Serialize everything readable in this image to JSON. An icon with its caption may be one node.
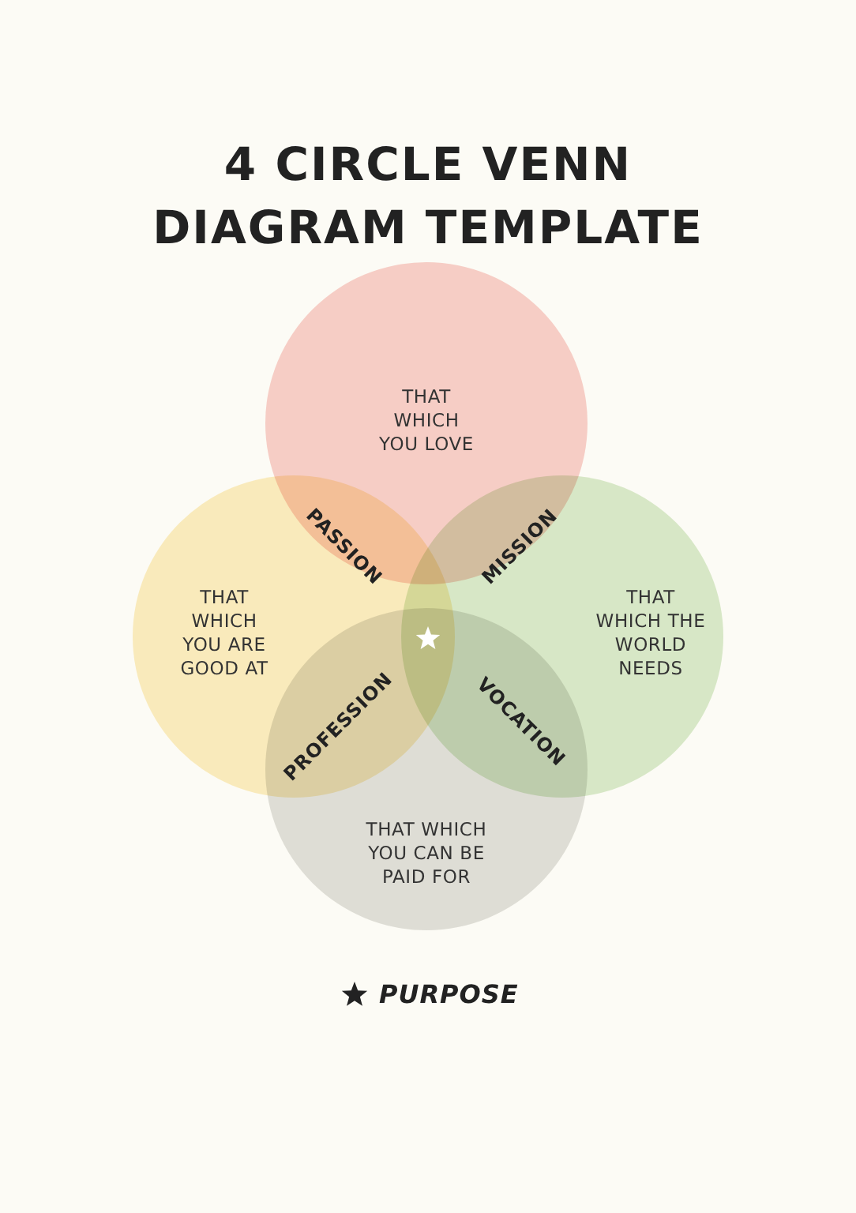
{
  "diagram": {
    "title": "4 CIRCLE VENN DIAGRAM TEMPLATE",
    "nodes": [
      {
        "text": [
          "THAT WHICH YOU LOVE"
        ]
      },
      {
        "text": [
          "THAT WHICH YOU ARE GOOD AT"
        ]
      },
      {
        "text": [
          "THAT WHICH THE WORLD NEEDS"
        ]
      },
      {
        "text": [
          "THAT WHICH YOU CAN BE PAID FOR"
        ]
      }
    ],
    "labels": [
      "PASSION",
      "MISSION",
      "PROFESSION",
      "VOCATION"
    ],
    "legend": [
      {
        "text": "PURPOSE"
      }
    ]
  }
}
